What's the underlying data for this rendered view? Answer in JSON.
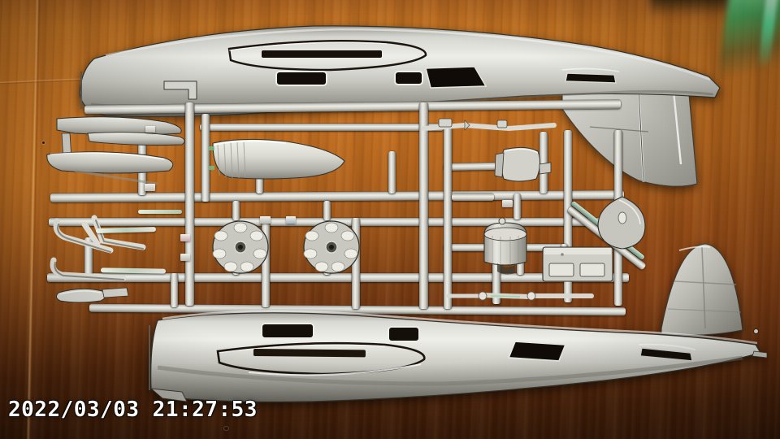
{
  "photo": {
    "kind": "digital-camera-photo",
    "subject": "plastic scale-model aircraft kit sprue on a wooden table",
    "timestamp_overlay": "2022/03/03 21:27:53",
    "date_text": "2022/03/03",
    "time_text": "21:27:53",
    "overlay_color": "#ffffff",
    "overlay_position": "bottom-left"
  },
  "scene": {
    "background_label": "wooden table surface",
    "wood_color_light": "#c0701f",
    "wood_color_mid": "#8e4a14",
    "wood_color_dark": "#3a1906",
    "plastic_color_light": "#eeeee8",
    "plastic_color_mid": "#c8c8c0",
    "plastic_color_dark": "#77776f",
    "opening_color": "#120c08",
    "light_leak_color": "#5fe39a"
  },
  "objects": {
    "upper_fuselage_label": "upper fuselage half",
    "lower_fuselage_label": "lower fuselage half",
    "sprue_frame_label": "sprue runner frame",
    "engine_part_label": "radial engine face",
    "cowling_part_label": "engine cowling",
    "nacelle_part_label": "engine nacelle",
    "stabilizer_part_label": "horizontal stabilizer",
    "gear_strut_label": "landing gear strut",
    "panel_part_label": "instrument panel",
    "teardrop_part_label": "teardrop fairing",
    "tailfin_label": "vertical tail fin",
    "canopy_outline_label": "cockpit canopy outline",
    "window_label": "window opening",
    "green_leak_label": "green light leak"
  }
}
